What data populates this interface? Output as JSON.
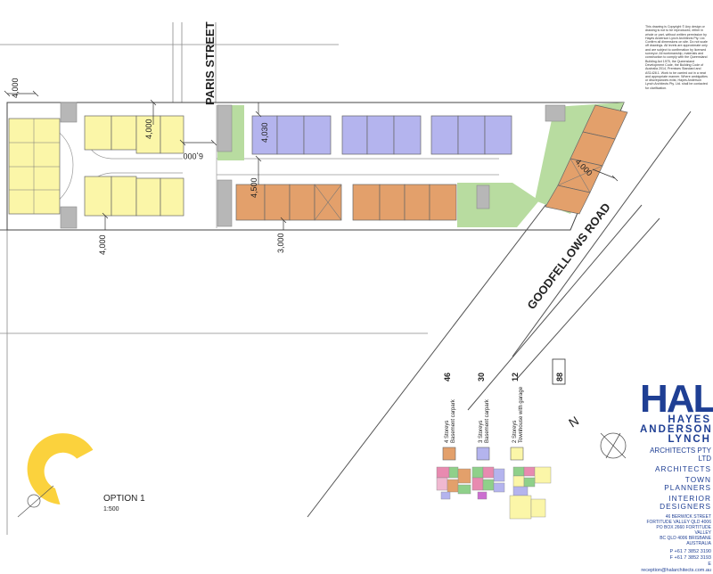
{
  "streets": {
    "paris": "PARIS STREET",
    "goodfellows": "GOODFELLOWS ROAD"
  },
  "dimensions": {
    "setback_topleft": "4,000",
    "paris_top": "4,000",
    "paris_width": "6,000",
    "east_upper": "4,030",
    "east_lower": "4,500",
    "south_left": "4,000",
    "south_mid": "3,000",
    "goodfellows_corner": "4,000"
  },
  "notes_text": "This drawing is Copyright © Any design or drawing is not to be reproduced, either in whole or part, without written permission by Hayes Anderson Lynch Architects Pty. Ltd. Confirm all dimensions on site. Do not scale off drawings. All levels are approximate only and are subject to confirmation by licensed surveyor. All workmanship, materials and construction to comply with the Queensland Building Act 1975, the Queensland Development Code, the Building Code of Australia 2014, Premises Standard and AS1428.1. Work to be carried out in a neat and appropriate manner. Where ambiguities or discrepancies exist, Hayes Anderson Lynch Architects Pty. Ltd. shall be contacted for clarification.",
  "legend": {
    "totals": {
      "orange": "46",
      "purple": "30",
      "yellow": "12",
      "all": "88"
    },
    "descriptions": {
      "orange": [
        "4 Storeys",
        "Basement carpark"
      ],
      "purple": [
        "3 Storeys",
        "Basement carpark"
      ],
      "yellow": [
        "2 Storeys",
        "Townhouse with garage"
      ]
    }
  },
  "north": "N",
  "option": {
    "name": "OPTION 1",
    "scale": "1:500"
  },
  "firm": {
    "mark": "HAL",
    "name_lines": [
      "HAYES",
      "ANDERSON",
      "LYNCH"
    ],
    "subtitle": "ARCHITECTS PTY LTD",
    "services": [
      "ARCHITECTS",
      "TOWN PLANNERS",
      "INTERIOR DESIGNERS"
    ],
    "address": [
      "46 BERWICK STREET",
      "FORTITUDE VALLEY QLD 4006",
      "PO BOX 2660 FORTITUDE VALLEY",
      "BC QLD 4006 BRISBANE AUSTRALIA"
    ],
    "phone": "P +61 7 3852 3190",
    "fax": "F +61 7 3852 3193",
    "email": "E reception@halarchitects.com.au"
  },
  "colors": {
    "orange": "#e3a06b",
    "purple": "#b4b4ee",
    "yellow": "#fbf6a8",
    "green": "#b8dca0",
    "garage": "#b7b7b7",
    "brand": "#1f3f94",
    "logo": "#fbd23d"
  }
}
